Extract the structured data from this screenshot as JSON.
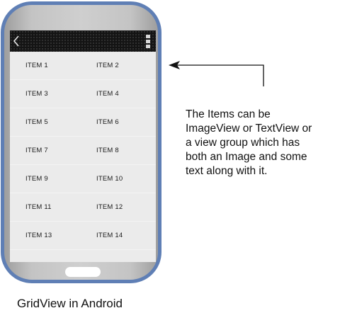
{
  "phone": {
    "frame_color": "#5f7fb5",
    "screen_color": "#ebebeb",
    "action_bar": {
      "back_icon": "chevron-left-icon",
      "menu_icon": "overflow-menu-icon"
    },
    "grid_rows": [
      [
        "ITEM 1",
        "ITEM 2"
      ],
      [
        "ITEM 3",
        "ITEM 4"
      ],
      [
        "ITEM 5",
        "ITEM 6"
      ],
      [
        "ITEM 7",
        "ITEM 8"
      ],
      [
        "ITEM 9",
        "ITEM 10"
      ],
      [
        "ITEM 11",
        "ITEM 12"
      ],
      [
        "ITEM 13",
        "ITEM 14"
      ]
    ]
  },
  "annotation": {
    "lines": [
      "The Items can be",
      "ImageView or TextView or",
      "a view group which has",
      "both an Image and some",
      "text along with it."
    ]
  },
  "caption": "GridView in Android"
}
